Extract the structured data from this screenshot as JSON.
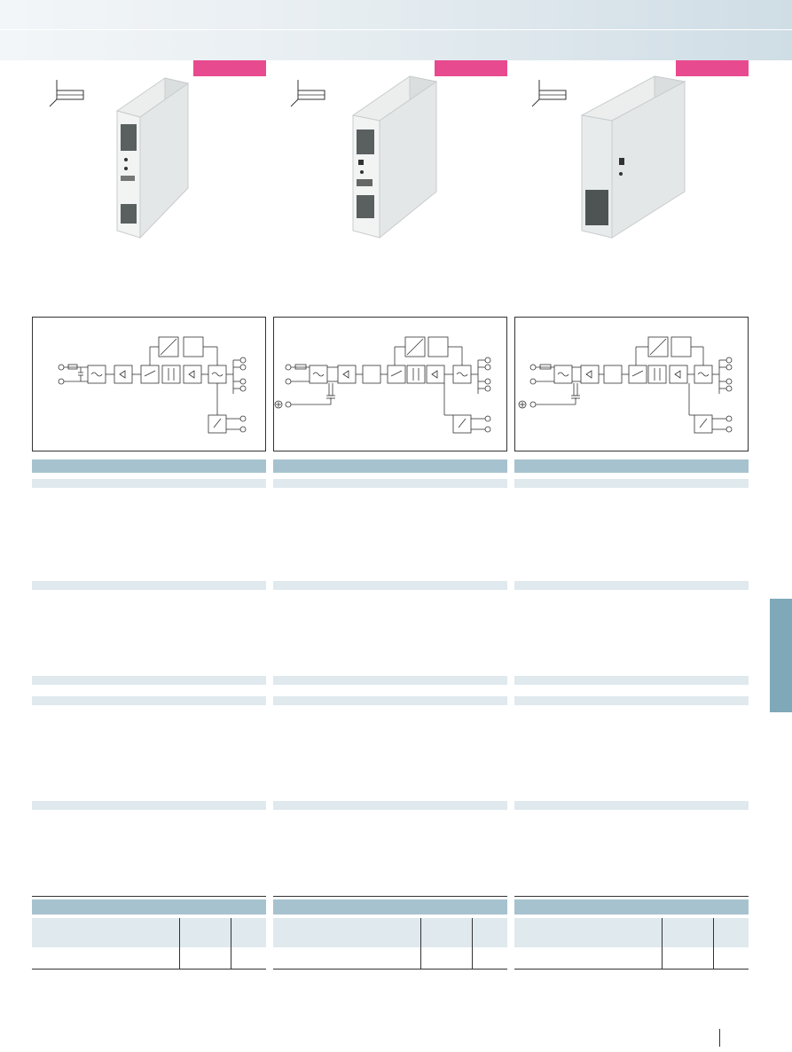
{
  "header": {
    "title": ""
  },
  "columns": [
    {
      "id": "col-1",
      "tag_color": "#e84a8f",
      "diagram_variant": "basic"
    },
    {
      "id": "col-2",
      "tag_color": "#e84a8f",
      "diagram_variant": "ground"
    },
    {
      "id": "col-3",
      "tag_color": "#e84a8f",
      "diagram_variant": "ground"
    }
  ],
  "colors": {
    "band_dark": "#a7c2cf",
    "band_light": "#dfe9ee",
    "side_tab": "#7fa8b8"
  },
  "footer": {
    "page_number": ""
  }
}
